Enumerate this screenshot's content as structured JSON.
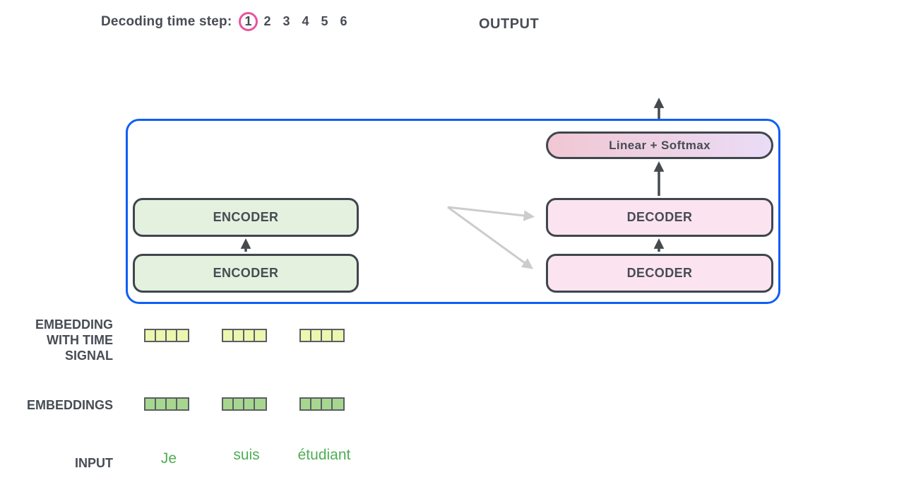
{
  "header": {
    "decoding_label": "Decoding time step:",
    "time_steps": [
      "1",
      "2",
      "3",
      "4",
      "5",
      "6"
    ],
    "selected_step": "1",
    "output_label": "OUTPUT"
  },
  "model": {
    "linear_softmax_label": "Linear + Softmax",
    "encoders": [
      "ENCODER",
      "ENCODER"
    ],
    "decoders": [
      "DECODER",
      "DECODER"
    ]
  },
  "labels": {
    "embedding_with_time_signal": "EMBEDDING WITH TIME SIGNAL",
    "embeddings": "EMBEDDINGS",
    "input": "INPUT"
  },
  "tokens": {
    "words": [
      "Je",
      "suis",
      "étudiant"
    ],
    "cells_per_token": 4
  },
  "colors": {
    "text_dark": "#474c54",
    "box_border": "#3f464e",
    "container_border": "#0e5ff5",
    "encoder_fill": "#e3f1de",
    "decoder_fill": "#fbe4f0",
    "linear_gradient_left": "#f1c7d3",
    "linear_gradient_right": "#eadcf6",
    "selected_circle": "#e8549e",
    "arrow_dark": "#46494d",
    "arrow_gray": "#cccccc",
    "time_signal_cell": "#edf6ae",
    "embedding_cell": "#a7d78f",
    "cell_border": "#5a5e64",
    "input_word": "#4fae53"
  }
}
